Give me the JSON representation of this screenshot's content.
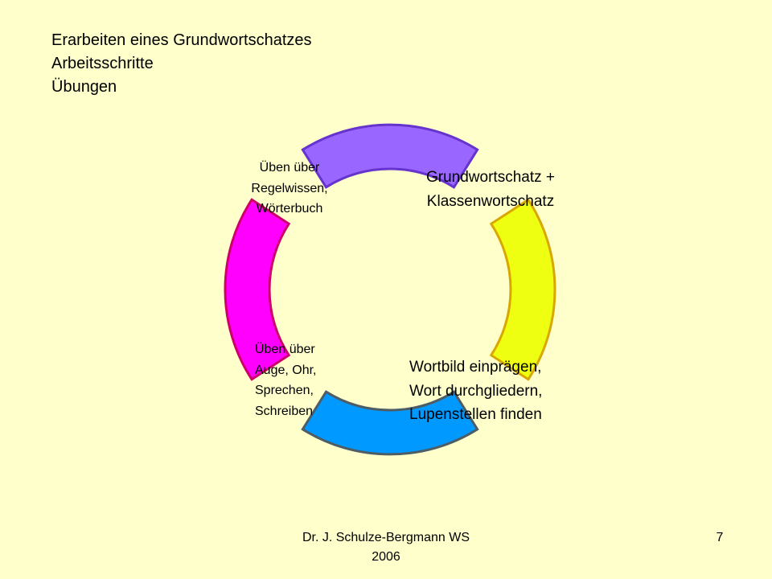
{
  "title": {
    "lines": [
      "Erarbeiten eines Grundwortschatzes",
      "Arbeitsschritte",
      "Übungen"
    ]
  },
  "cycle": {
    "segments": [
      {
        "id": "top",
        "fill": "#9966FF",
        "stroke": "#6633CC"
      },
      {
        "id": "right",
        "fill": "#EEFF11",
        "stroke": "#D9A800"
      },
      {
        "id": "bottom",
        "fill": "#0099FF",
        "stroke": "#4D5D66"
      },
      {
        "id": "left",
        "fill": "#FF00FF",
        "stroke": "#CC0066"
      }
    ]
  },
  "labels": {
    "grundwortschatz": [
      "Grundwortschatz +",
      "Klassenwortschatz"
    ],
    "wortbild": [
      "Wortbild einprägen,",
      "Wort durchgliedern,",
      "Lupenstellen finden"
    ],
    "regelwissen": [
      "Üben über",
      "Regelwissen,",
      "Wörterbuch"
    ],
    "auge": [
      "Üben über",
      "Auge, Ohr,",
      "Sprechen,",
      "Schreiben"
    ]
  },
  "footer": {
    "author_lines": [
      "Dr. J. Schulze-Bergmann WS",
      "2006"
    ],
    "page": "7"
  }
}
